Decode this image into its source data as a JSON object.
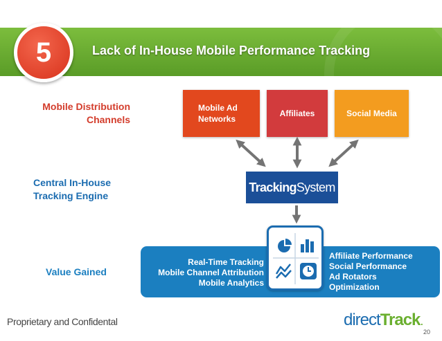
{
  "slide": {
    "number": "5",
    "title": "Lack of In-House Mobile Performance Tracking"
  },
  "rows": {
    "distribution": "Mobile Distribution Channels",
    "engine": "Central In-House Tracking Engine",
    "value": "Value Gained"
  },
  "channels": [
    {
      "label": "Mobile Ad Networks",
      "color": "#e2481e"
    },
    {
      "label": "Affiliates",
      "color": "#d23b3d"
    },
    {
      "label": "Social Media",
      "color": "#f39c1f"
    }
  ],
  "tracking_system": {
    "part1": "Tracking",
    "part2": "System"
  },
  "value_gained": {
    "left": [
      "Real-Time Tracking",
      "Mobile Channel Attribution",
      "Mobile Analytics"
    ],
    "right": [
      "Affiliate Performance",
      "Social Performance",
      "Ad Rotators",
      "Optimization"
    ]
  },
  "footer": {
    "confidential": "Proprietary and Confidental",
    "logo_part1": "direct",
    "logo_part2": "Track",
    "page": "20"
  },
  "colors": {
    "banner": "#6aaf2f",
    "badge": "#e3472b",
    "distribution_label": "#d33c2b",
    "engine_label": "#1b6cb0",
    "value_label": "#1b7fc0",
    "tracking_box": "#1b4f98",
    "value_panel": "#1b7fc0",
    "arrow": "#747474"
  }
}
